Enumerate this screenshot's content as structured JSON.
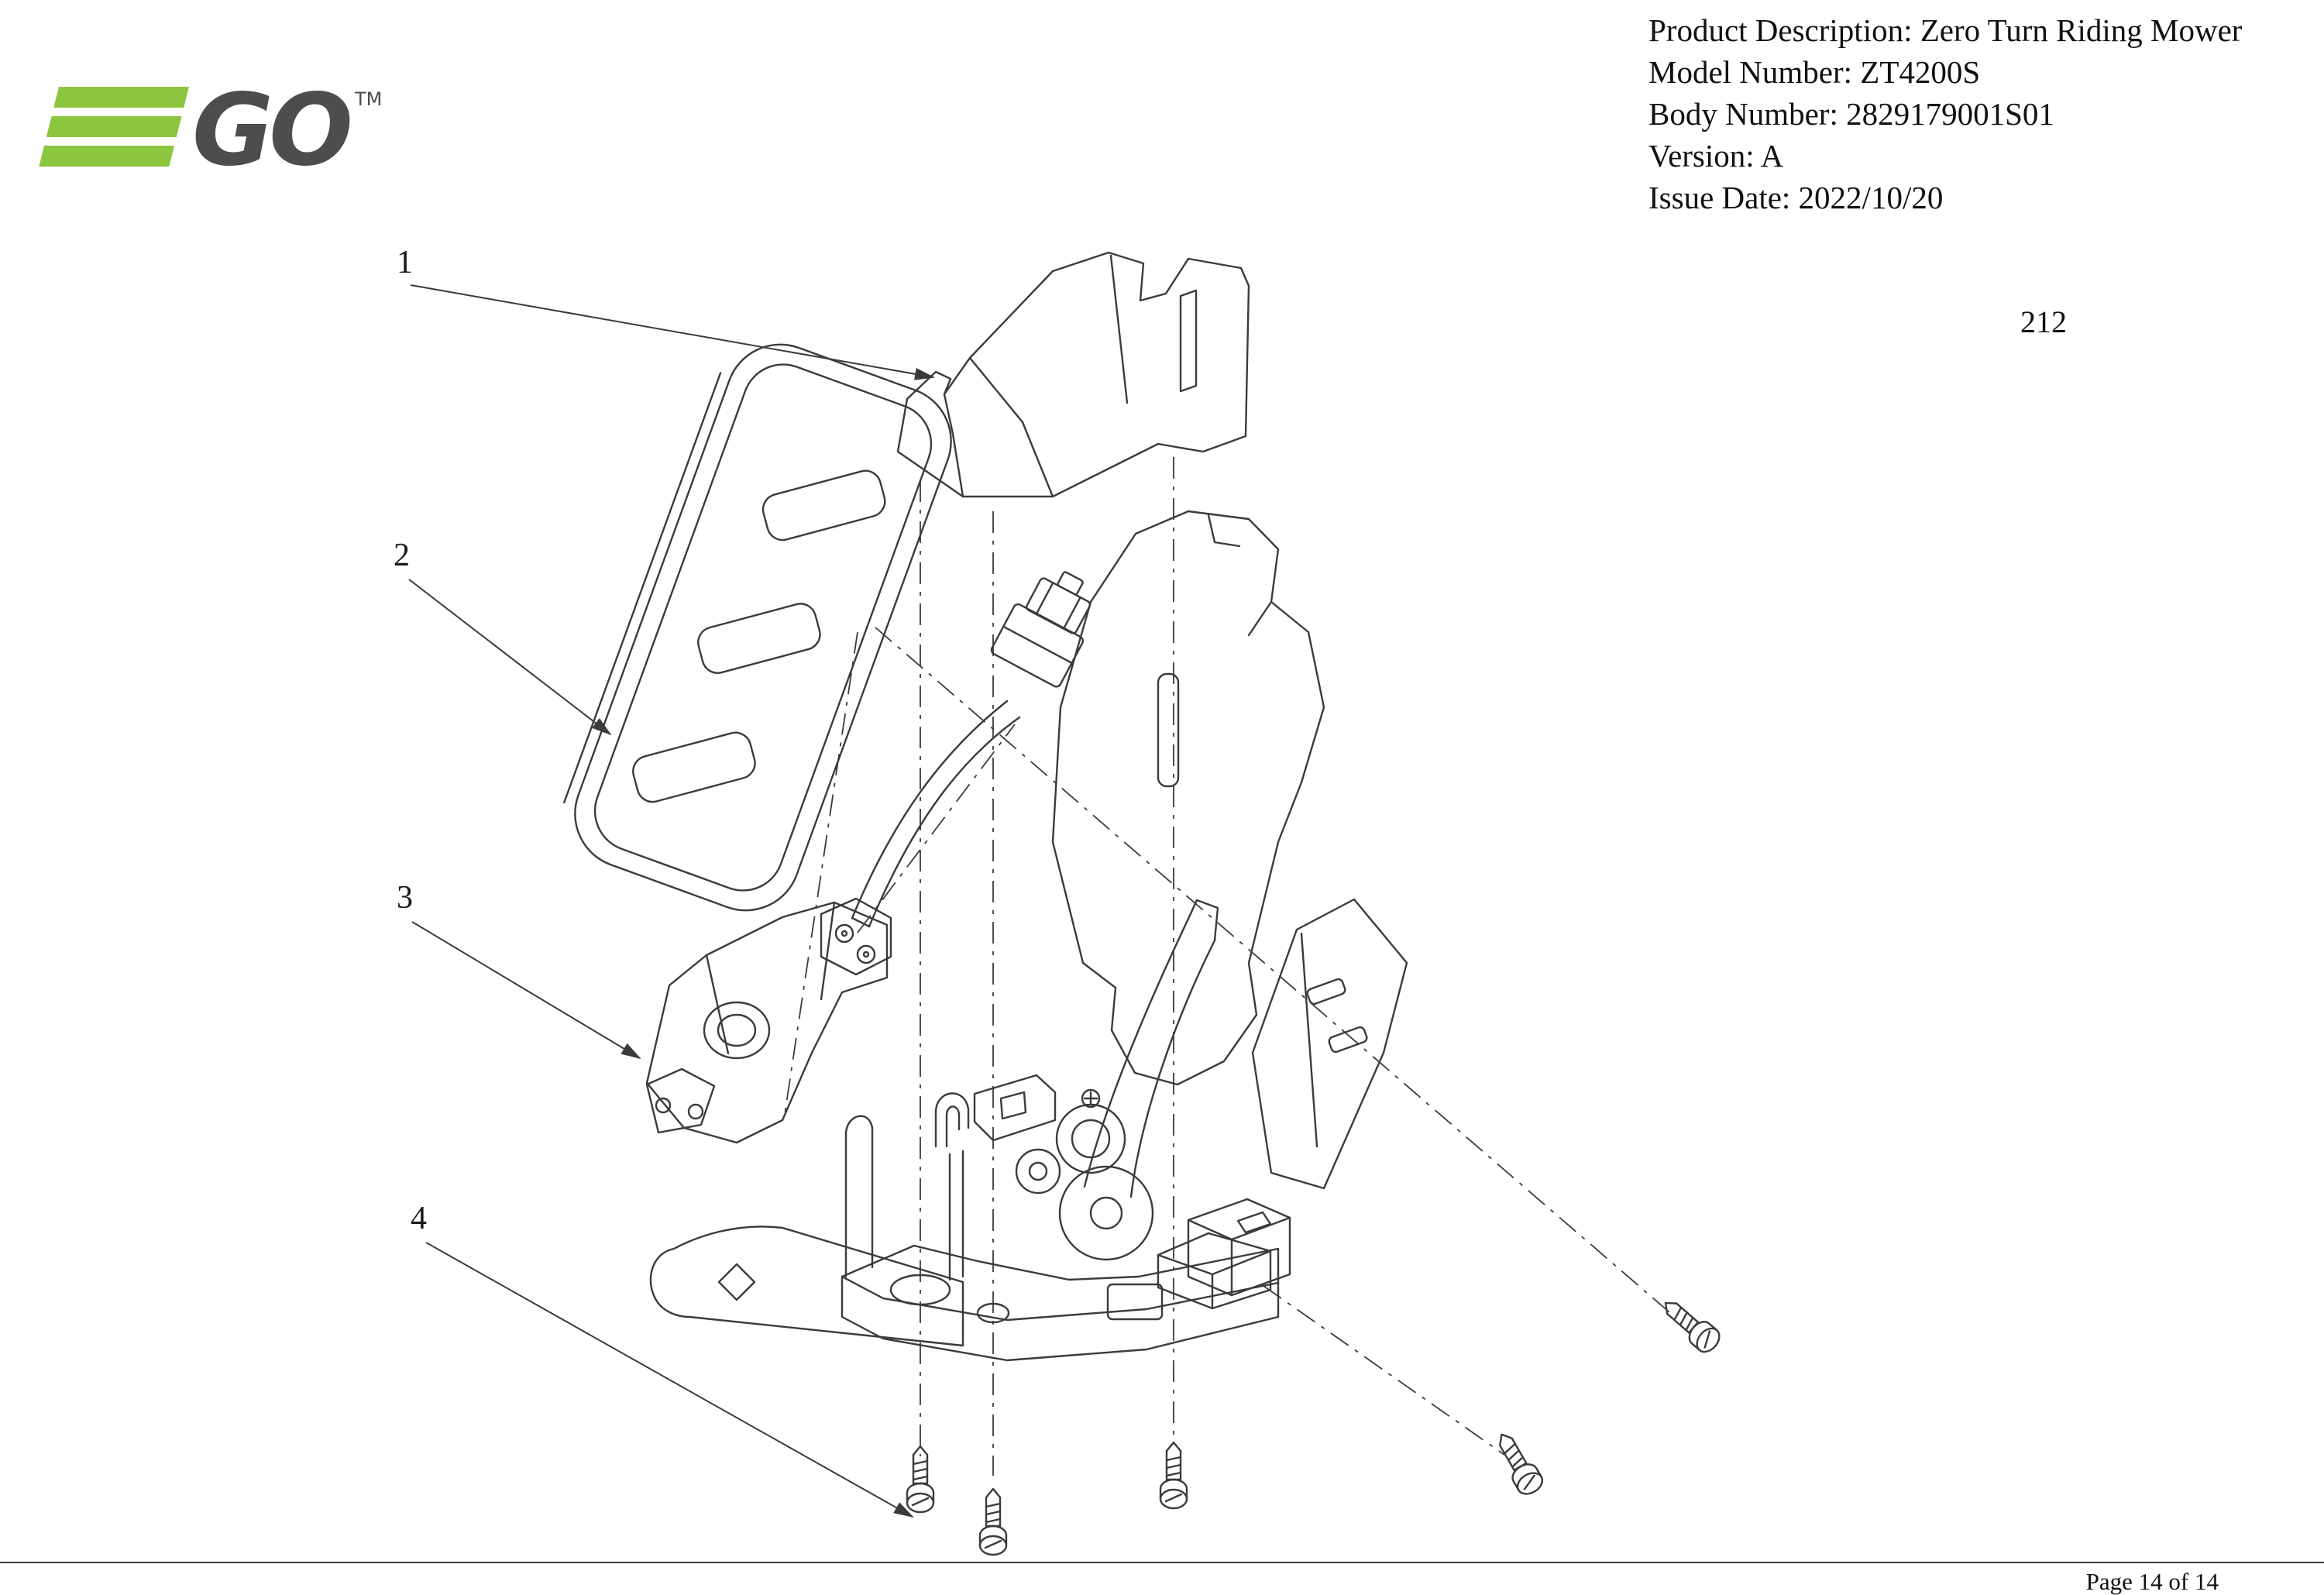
{
  "brand": {
    "name": "EGO",
    "go_text": "GO",
    "tm_text": "TM"
  },
  "header": {
    "lines": [
      "Product Description: Zero Turn Riding Mower",
      "Model Number: ZT4200S",
      "Body Number: 2829179001S01",
      "Version: A",
      "Issue Date: 2022/10/20"
    ]
  },
  "figure": {
    "number": "212"
  },
  "diagram": {
    "description": "Exploded view of pedal assembly",
    "callouts": [
      {
        "label": "1"
      },
      {
        "label": "2"
      },
      {
        "label": "3"
      },
      {
        "label": "4"
      }
    ]
  },
  "footer": {
    "page_indicator": "Page 14 of 14"
  },
  "colors": {
    "logo_green": "#8CC63E",
    "logo_dark": "#4D4D4F",
    "line": "#3B3B3B"
  }
}
